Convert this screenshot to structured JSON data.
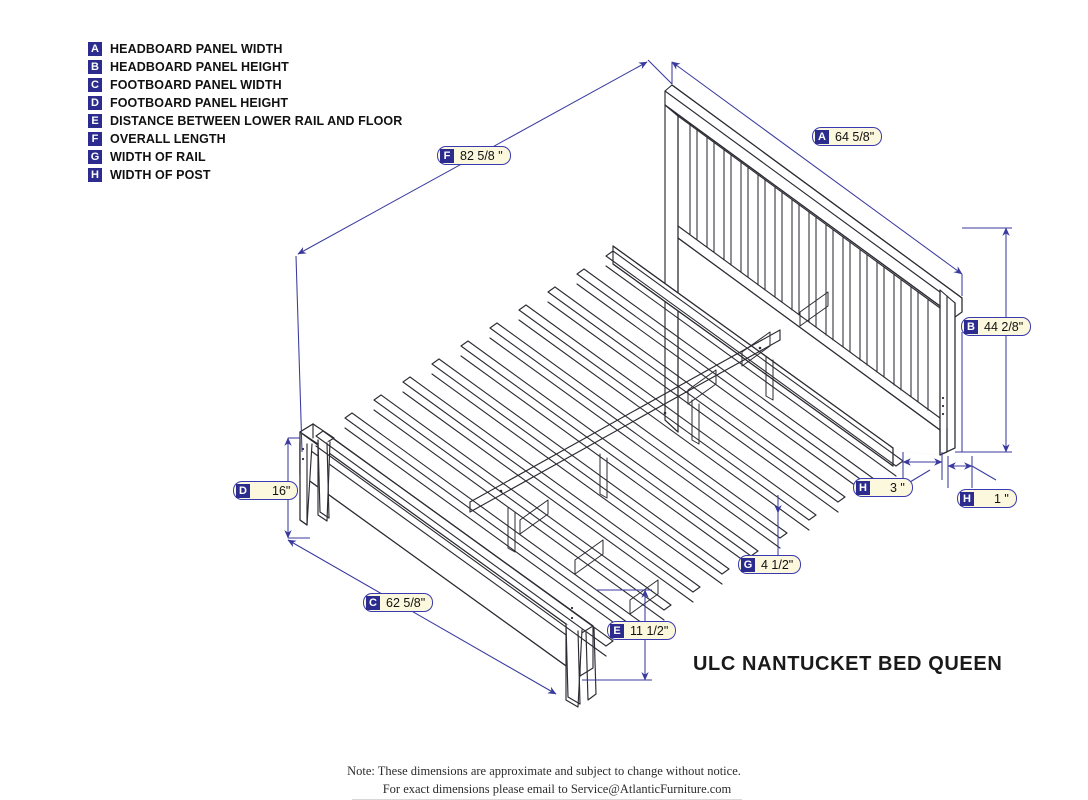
{
  "legend": {
    "items": [
      {
        "key": "A",
        "label": "HEADBOARD PANEL WIDTH"
      },
      {
        "key": "B",
        "label": "HEADBOARD PANEL HEIGHT"
      },
      {
        "key": "C",
        "label": "FOOTBOARD PANEL WIDTH"
      },
      {
        "key": "D",
        "label": "FOOTBOARD PANEL HEIGHT"
      },
      {
        "key": "E",
        "label": "DISTANCE BETWEEN LOWER RAIL AND FLOOR"
      },
      {
        "key": "F",
        "label": "OVERALL LENGTH"
      },
      {
        "key": "G",
        "label": "WIDTH OF RAIL"
      },
      {
        "key": "H",
        "label": "WIDTH OF POST"
      }
    ]
  },
  "callouts": [
    {
      "key": "F",
      "value": "82 5/8 \"",
      "name": "callout-f-overall-length"
    },
    {
      "key": "A",
      "value": "64 5/8\"",
      "name": "callout-a-headboard-panel-width"
    },
    {
      "key": "B",
      "value": "44 2/8\"",
      "name": "callout-b-headboard-panel-height"
    },
    {
      "key": "D",
      "value": "16\"",
      "name": "callout-d-footboard-panel-height"
    },
    {
      "key": "H",
      "value": "3 \"",
      "name": "callout-h-width-of-post-rail"
    },
    {
      "key": "H",
      "value": "1 \"",
      "name": "callout-h-width-of-post"
    },
    {
      "key": "G",
      "value": "4 1/2\"",
      "name": "callout-g-width-of-rail"
    },
    {
      "key": "C",
      "value": "62 5/8\"",
      "name": "callout-c-footboard-panel-width"
    },
    {
      "key": "E",
      "value": "11 1/2\"",
      "name": "callout-e-lower-rail-to-floor"
    }
  ],
  "product": {
    "title": "ULC NANTUCKET BED QUEEN"
  },
  "note": {
    "line1": "Note:  These dimensions are approximate and subject to change without notice.",
    "line2": "For exact dimensions please email to Service@AtlanticFurniture.com"
  },
  "colors": {
    "badge": "#2c2c8e",
    "pill_fill": "#fcf8dd",
    "pill_border": "#3a3ab0",
    "dimension_line": "#3a3a9e",
    "drawing_line": "#2b2b33",
    "background": "#ffffff"
  }
}
